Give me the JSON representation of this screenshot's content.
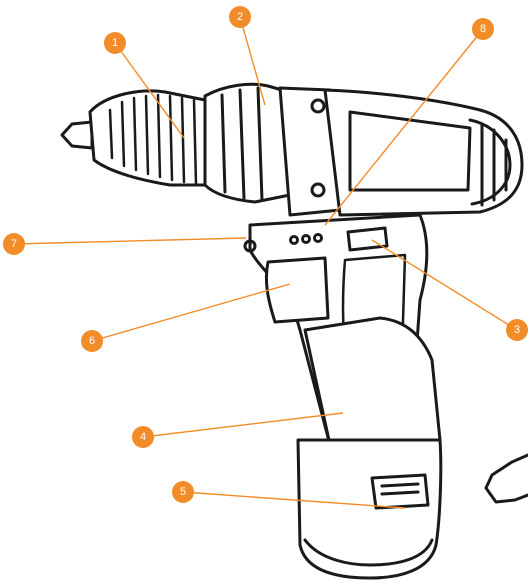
{
  "accent_color": "#f28c28",
  "outline_color": "#1a1a1a",
  "subject": "cordless-drill-driver",
  "callouts": [
    {
      "id": "1",
      "label": "1"
    },
    {
      "id": "2",
      "label": "2"
    },
    {
      "id": "3",
      "label": "3"
    },
    {
      "id": "4",
      "label": "4"
    },
    {
      "id": "5",
      "label": "5"
    },
    {
      "id": "6",
      "label": "6"
    },
    {
      "id": "7",
      "label": "7"
    },
    {
      "id": "8",
      "label": "8"
    }
  ]
}
